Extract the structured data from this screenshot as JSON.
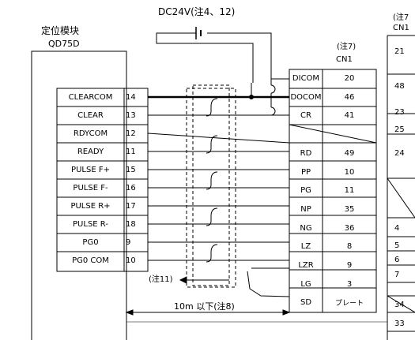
{
  "top_label": "DC24V(注4、12)",
  "module_name_jp": "定位模块",
  "module_name": "QD75D",
  "top_right_cut": "(注7",
  "top_right_cut2": "CN1",
  "cn1_note": "(注7)",
  "cn1_label": "CN1",
  "left_pins": [
    {
      "name": "CLEARCOM",
      "num": "14"
    },
    {
      "name": "CLEAR",
      "num": "13"
    },
    {
      "name": "RDYCOM",
      "num": "12"
    },
    {
      "name": "READY",
      "num": "11"
    },
    {
      "name": "PULSE F+",
      "num": "15"
    },
    {
      "name": "PULSE F-",
      "num": "16"
    },
    {
      "name": "PULSE R+",
      "num": "17"
    },
    {
      "name": "PULSE R-",
      "num": "18"
    },
    {
      "name": "PG0",
      "num": "9"
    },
    {
      "name": "PG0 COM",
      "num": "10"
    }
  ],
  "right_pins": [
    {
      "name": "DICOM",
      "num": "20"
    },
    {
      "name": "DOCOM",
      "num": "46"
    },
    {
      "name": "CR",
      "num": "41"
    },
    {
      "name": "",
      "num": ""
    },
    {
      "name": "RD",
      "num": "49"
    },
    {
      "name": "PP",
      "num": "10"
    },
    {
      "name": "PG",
      "num": "11"
    },
    {
      "name": "NP",
      "num": "35"
    },
    {
      "name": "NG",
      "num": "36"
    },
    {
      "name": "LZ",
      "num": "8"
    },
    {
      "name": "LZR",
      "num": "9"
    },
    {
      "name": "LG",
      "num": "3"
    },
    {
      "name": "SD",
      "num": "プレート"
    }
  ],
  "far_right_nums": [
    "21",
    "48",
    "23",
    "25",
    "24",
    "",
    "4",
    "5",
    "6",
    "7",
    "",
    "34",
    "33"
  ],
  "note11": "(注11)",
  "distance_label": "10m 以下(注8)"
}
